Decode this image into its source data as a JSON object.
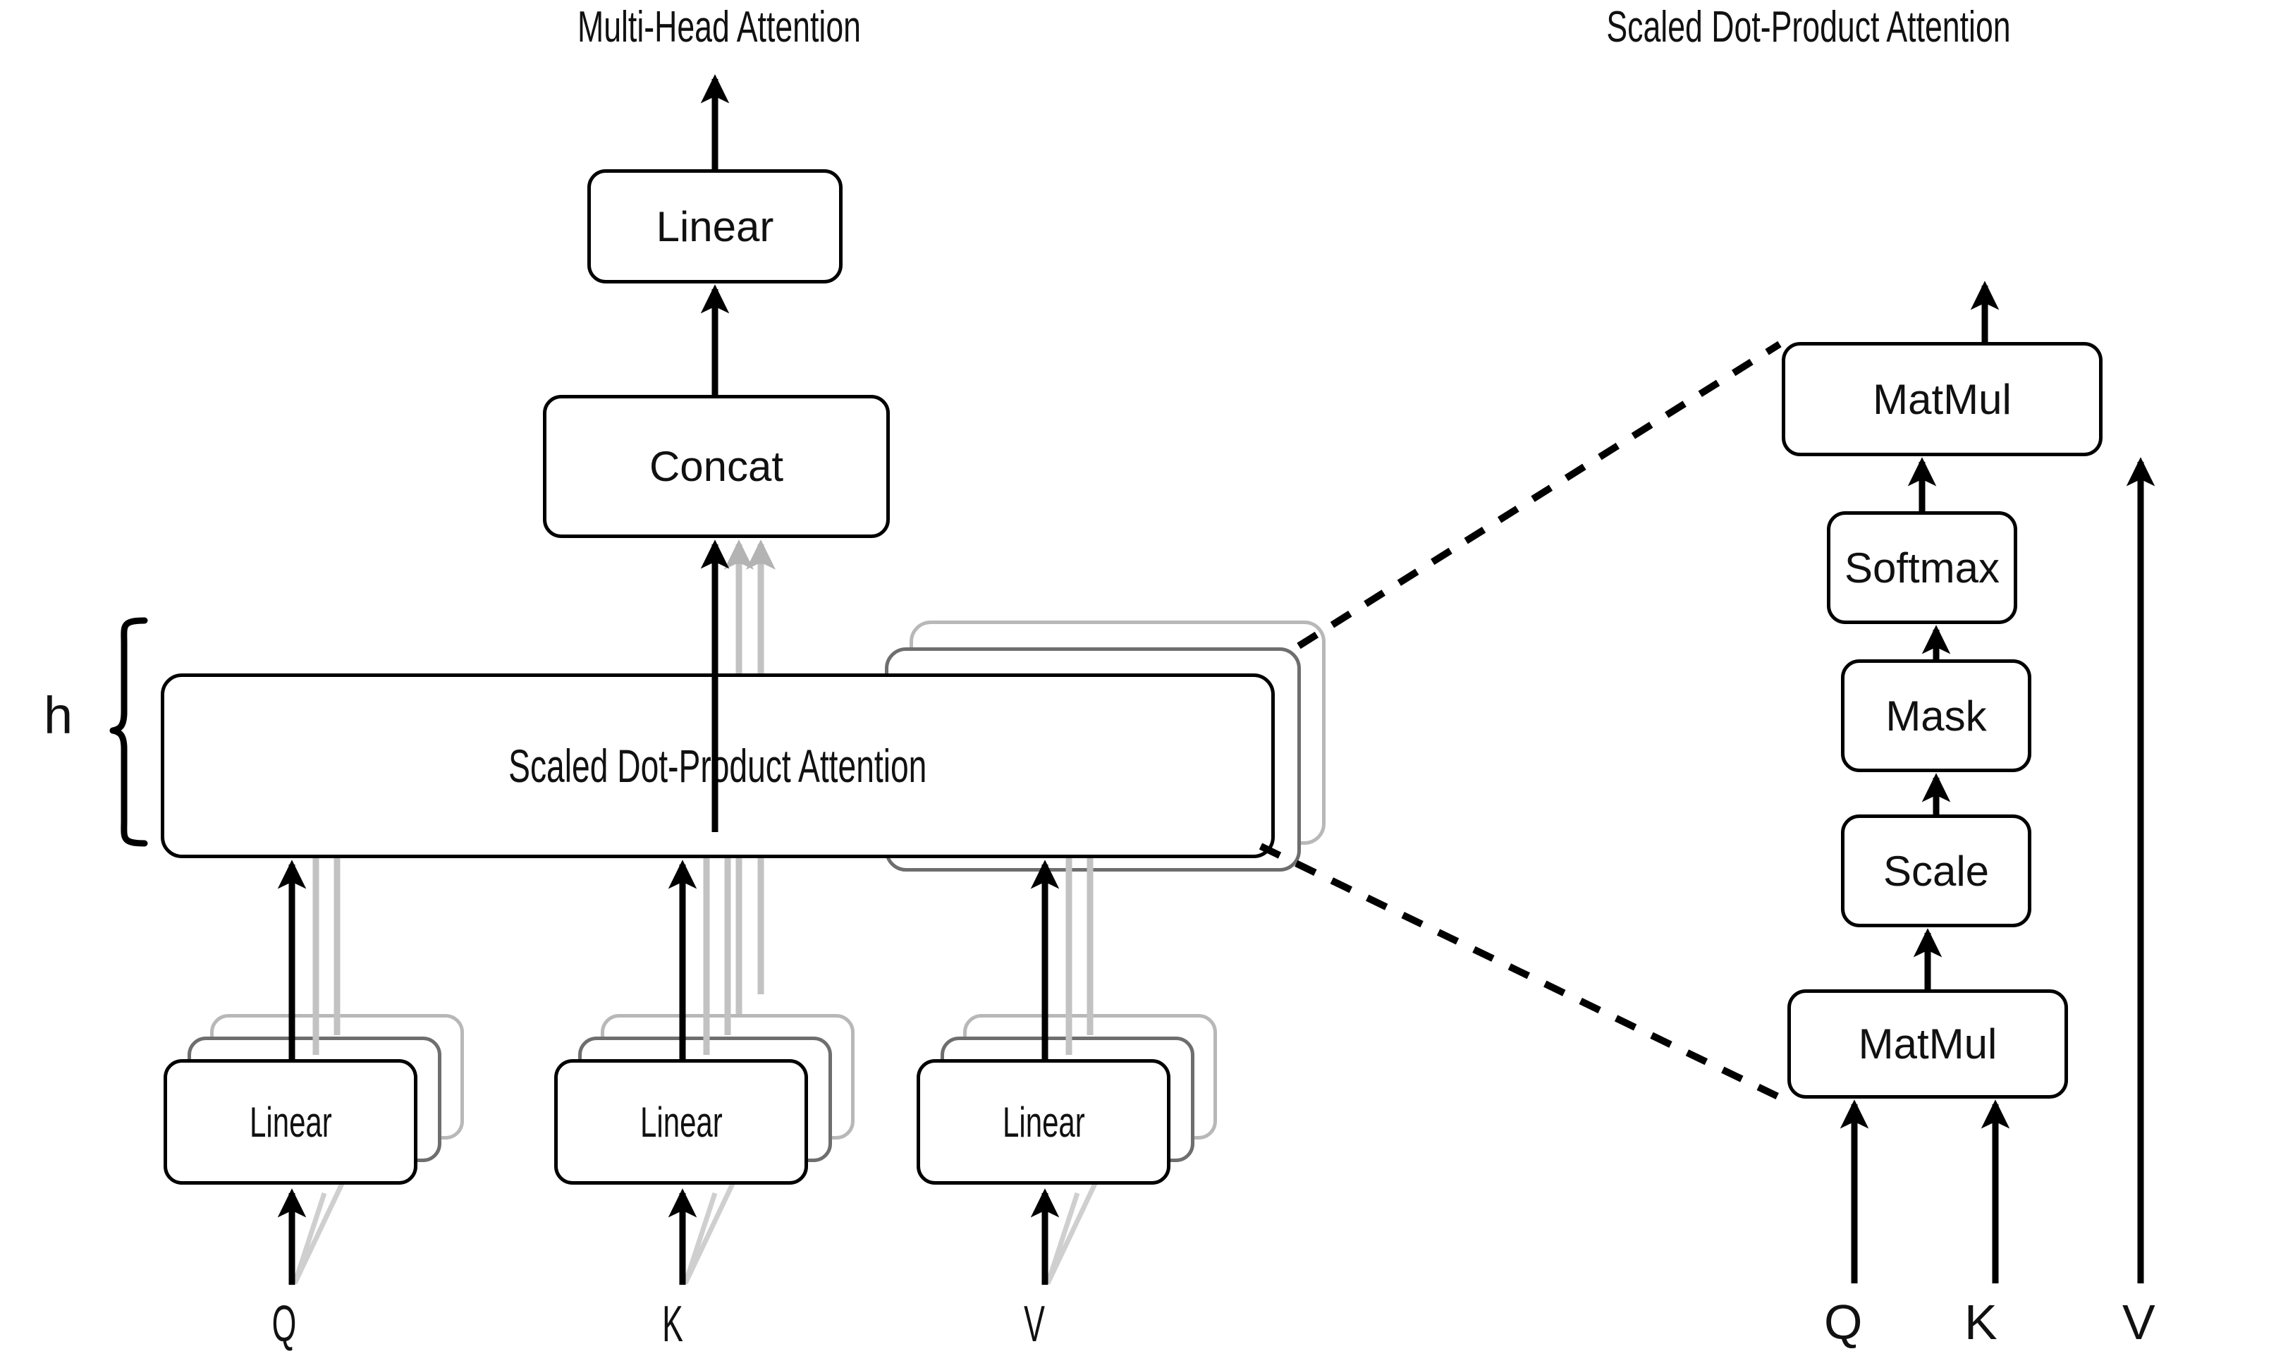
{
  "figure": {
    "titles": {
      "left": "Multi-Head Attention",
      "right": "Scaled Dot-Product Attention"
    },
    "left_panel": {
      "output_linear": "Linear",
      "concat": "Concat",
      "attention_stack": "Scaled Dot-Product Attention",
      "head_count_label": "h",
      "projection_q": "Linear",
      "projection_k": "Linear",
      "projection_v": "Linear",
      "input_q": "Q",
      "input_k": "K",
      "input_v": "V"
    },
    "right_panel": {
      "matmul_top": "MatMul",
      "softmax": "Softmax",
      "mask": "Mask",
      "scale": "Scale",
      "matmul_bottom": "MatMul",
      "input_q": "Q",
      "input_k": "K",
      "input_v": "V"
    },
    "colors": {
      "stroke": "#000000",
      "ghost_mid": "#6e6e6e",
      "ghost_back": "#b8b8b8",
      "background": "#ffffff",
      "text": "#111111"
    }
  }
}
